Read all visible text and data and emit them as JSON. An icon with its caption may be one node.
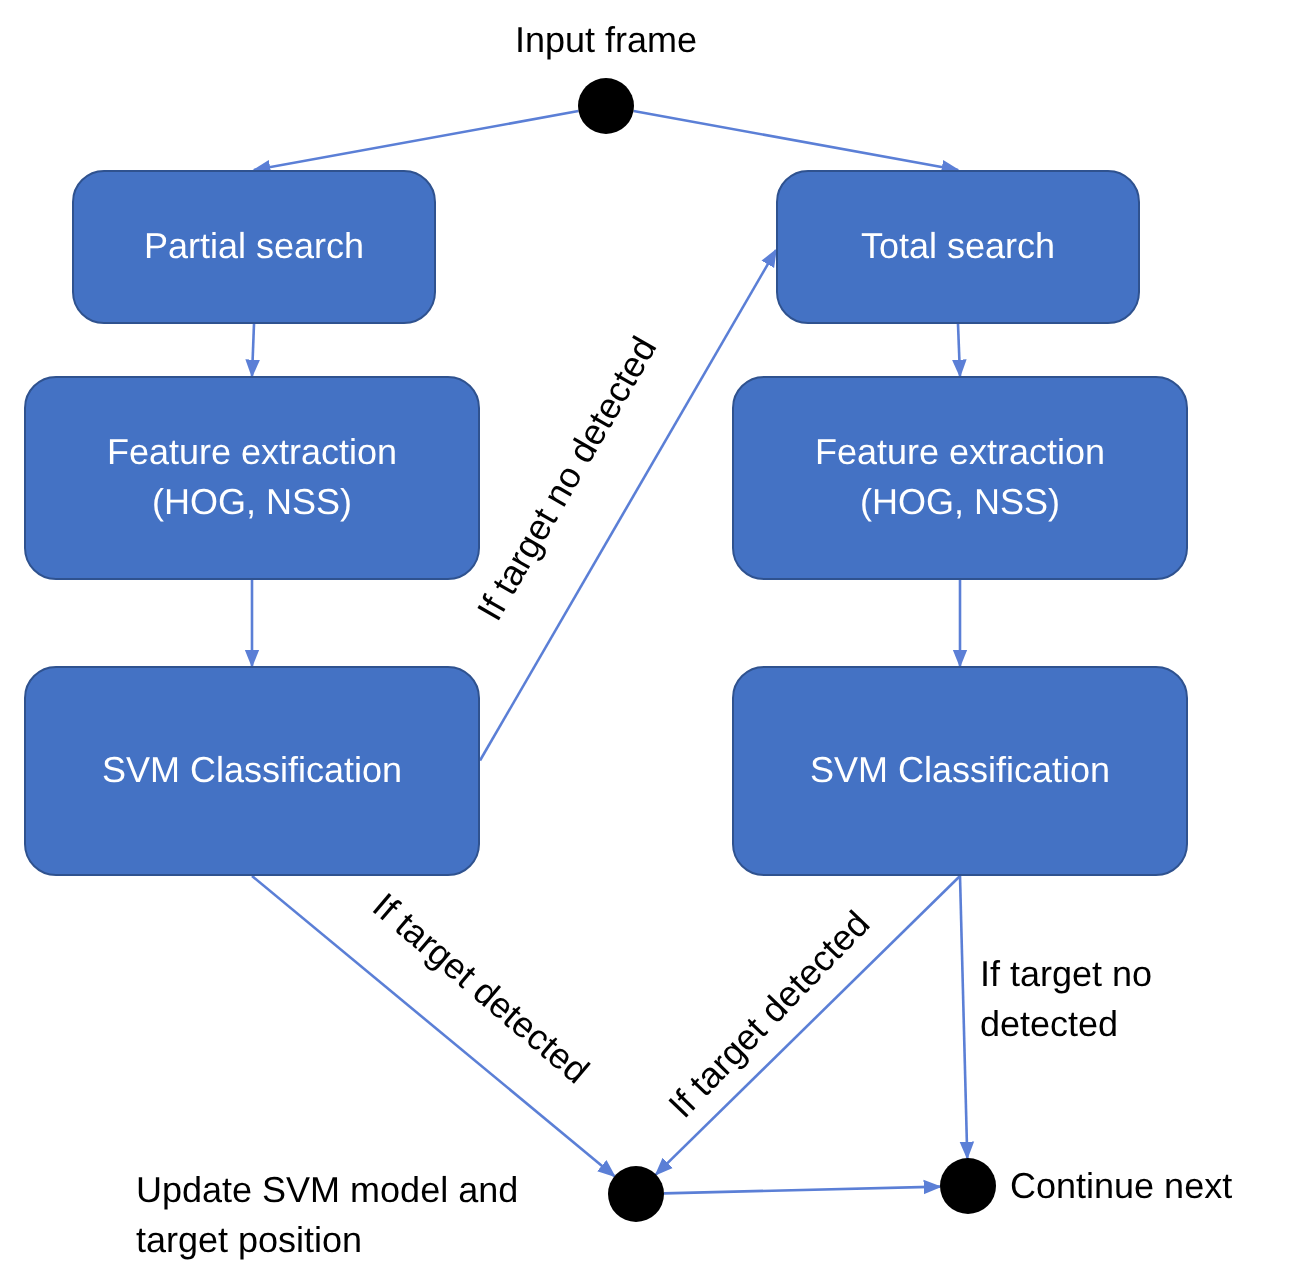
{
  "diagram": {
    "nodes": [
      {
        "text": [],
        "shape": "circle",
        "beside": [
          "Input frame"
        ]
      },
      {
        "text": [
          "Partial search"
        ]
      },
      {
        "text": [
          "Feature extraction (HOG, NSS)"
        ]
      },
      {
        "text": [
          "SVM Classification"
        ]
      },
      {
        "text": [
          "Total search"
        ]
      },
      {
        "text": [
          "Feature extraction (HOG, NSS)"
        ]
      },
      {
        "text": [
          "SVM Classification"
        ]
      },
      {
        "text": [],
        "shape": "circle",
        "beside": [
          "Update SVM model and target position"
        ]
      },
      {
        "text": [],
        "shape": "circle",
        "beside": [
          "Continue next"
        ]
      }
    ],
    "edges": [
      {
        "from": 0,
        "to": 1,
        "arrow": "to"
      },
      {
        "from": 0,
        "to": 4,
        "arrow": "to"
      },
      {
        "from": 1,
        "to": 2,
        "arrow": "to"
      },
      {
        "from": 2,
        "to": 3,
        "arrow": "to"
      },
      {
        "from": 3,
        "to": 4,
        "arrow": "to",
        "label": "If target no detected"
      },
      {
        "from": 4,
        "to": 5,
        "arrow": "to"
      },
      {
        "from": 5,
        "to": 6,
        "arrow": "to"
      },
      {
        "from": 3,
        "to": 7,
        "arrow": "to",
        "label": "If target detected"
      },
      {
        "from": 6,
        "to": 7,
        "arrow": "to",
        "label": "If target detected"
      },
      {
        "from": 6,
        "to": 8,
        "arrow": "to",
        "label": "If target no detected"
      },
      {
        "from": 7,
        "to": 8,
        "arrow": "to"
      }
    ]
  }
}
